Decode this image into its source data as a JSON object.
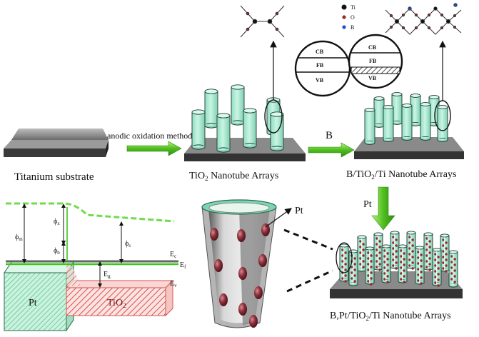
{
  "labels": {
    "titanium_substrate": "Titanium substrate",
    "anodic_method": "anodic oxidation method",
    "tio2_arrays": "TiO",
    "tio2_arrays_sub": "2",
    "tio2_arrays_tail": " Nanotube Arrays",
    "b_step": "B",
    "b_arrays_head": "B/TiO",
    "b_arrays_sub": "2",
    "b_arrays_tail": "/Ti Nanotube Arrays",
    "pt_step": "Pt",
    "pt_pointer": "Pt",
    "final_head": "B,Pt/TiO",
    "final_sub": "2",
    "final_tail": "/Ti Nanotube Arrays"
  },
  "legend": {
    "ti": "Ti",
    "o": "O",
    "b": "B"
  },
  "band_circle_1": {
    "cb": "CB",
    "fb": "FB",
    "vb": "VB"
  },
  "band_circle_2": {
    "cb": "CB",
    "fb": "FB",
    "vb": "VB"
  },
  "band_diagram": {
    "phi_m": "ϕ",
    "phi_m_sub": "m",
    "phi_x": "ϕ",
    "phi_x_sub": "x",
    "phi_b": "ϕ",
    "phi_b_sub": "b",
    "phi_s": "ϕ",
    "phi_s_sub": "s",
    "e_c": "E",
    "e_c_sub": "c",
    "e_f": "E",
    "e_f_sub": "f",
    "e_g": "E",
    "e_g_sub": "g",
    "e_v": "E",
    "e_v_sub": "v",
    "pt_block": "Pt",
    "tio2_block": "TiO",
    "tio2_block_sub": "2"
  },
  "colors": {
    "tube_fill": "#b6ecd8",
    "tube_stroke": "#1f3b33",
    "substrate_dark": "#3a3a3a",
    "substrate_light": "#8f8f8f",
    "arrow_green": "#5fcf28",
    "pt_particle": "#8a2f3a",
    "tio2_hatch": "#d9534f",
    "pt_block": "#a8e6c8"
  }
}
